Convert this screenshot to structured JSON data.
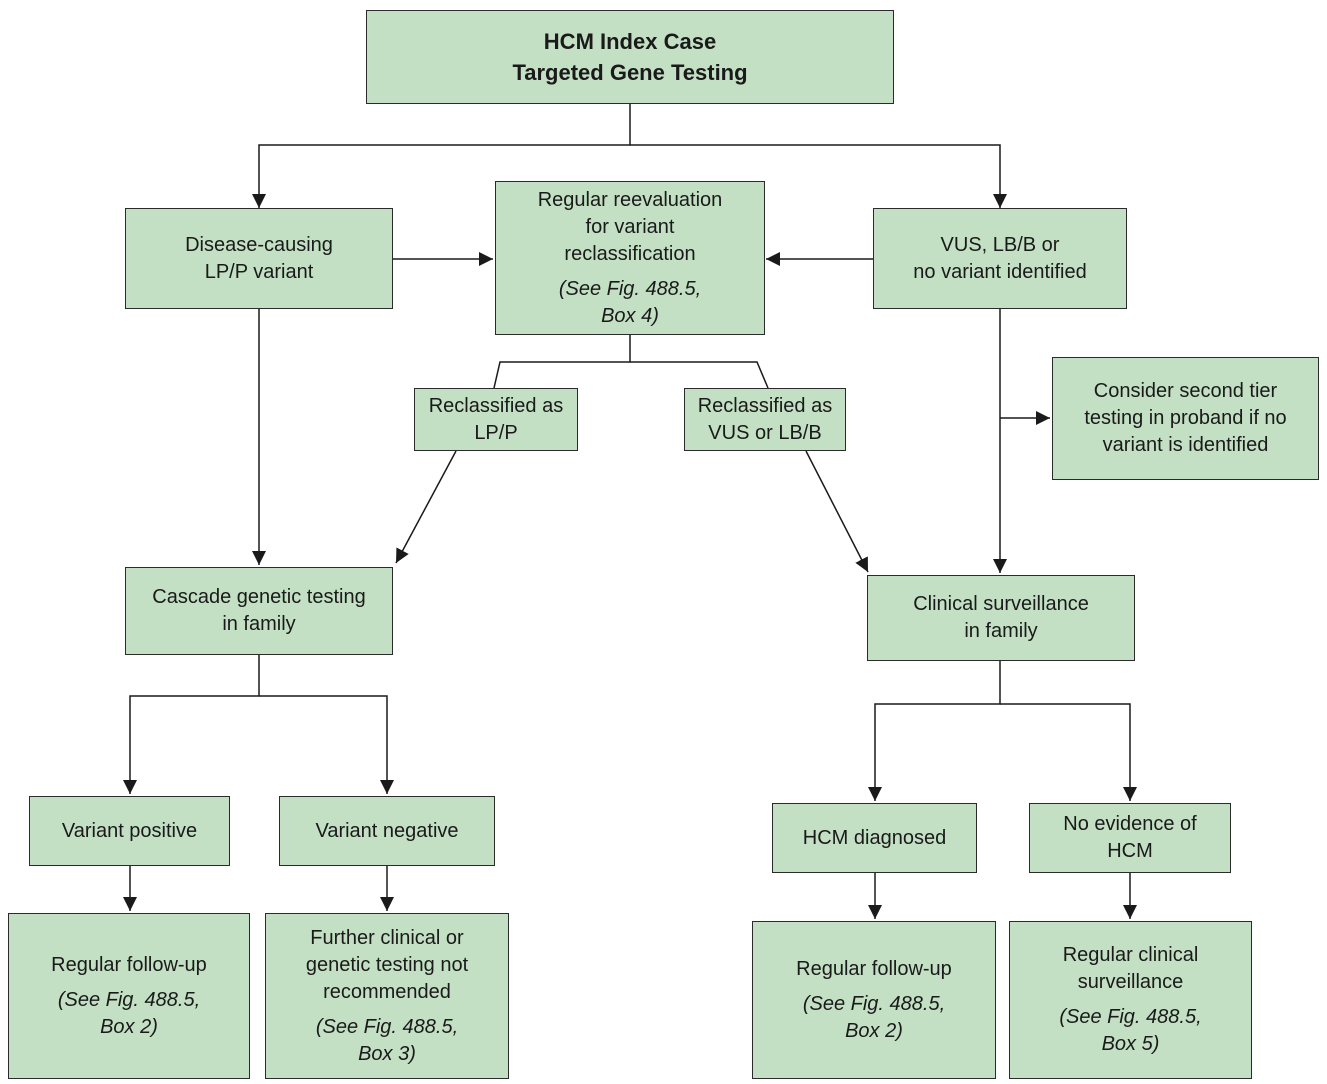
{
  "palette": {
    "box_fill": "#c3e0c4",
    "border": "#2b2b2b",
    "line": "#1a1a1a"
  },
  "nodes": {
    "index_case": {
      "line1": "HCM Index Case",
      "line2": "Targeted Gene Testing"
    },
    "disease_causing": {
      "line1": "Disease-causing",
      "line2": "LP/P variant"
    },
    "reevaluation": {
      "line1": "Regular reevaluation",
      "line2": "for variant",
      "line3": "reclassification",
      "ref1": "(See Fig. 488.5,",
      "ref2": "Box 4)"
    },
    "vus": {
      "line1": "VUS, LB/B or",
      "line2": "no variant identified"
    },
    "reclass_lpp": {
      "line1": "Reclassified as",
      "line2": "LP/P"
    },
    "reclass_vus": {
      "line1": "Reclassified as",
      "line2": "VUS or LB/B"
    },
    "second_tier": {
      "line1": "Consider second tier",
      "line2": "testing in proband if no",
      "line3": "variant is identified"
    },
    "cascade": {
      "line1": "Cascade genetic testing",
      "line2": "in family"
    },
    "surveillance_family": {
      "line1": "Clinical surveillance",
      "line2": "in family"
    },
    "variant_positive": {
      "line1": "Variant positive"
    },
    "variant_negative": {
      "line1": "Variant negative"
    },
    "hcm_diagnosed": {
      "line1": "HCM diagnosed"
    },
    "no_evidence": {
      "line1": "No evidence of",
      "line2": "HCM"
    },
    "followup_left": {
      "line1": "Regular follow-up",
      "ref1": "(See Fig. 488.5,",
      "ref2": "Box 2)"
    },
    "further_testing": {
      "line1": "Further clinical or",
      "line2": "genetic testing not",
      "line3": "recommended",
      "ref1": "(See Fig. 488.5,",
      "ref2": "Box 3)"
    },
    "followup_right": {
      "line1": "Regular follow-up",
      "ref1": "(See Fig. 488.5,",
      "ref2": "Box 2)"
    },
    "regular_surveillance": {
      "line1": "Regular clinical",
      "line2": "surveillance",
      "ref1": "(See Fig. 488.5,",
      "ref2": "Box 5)"
    }
  }
}
